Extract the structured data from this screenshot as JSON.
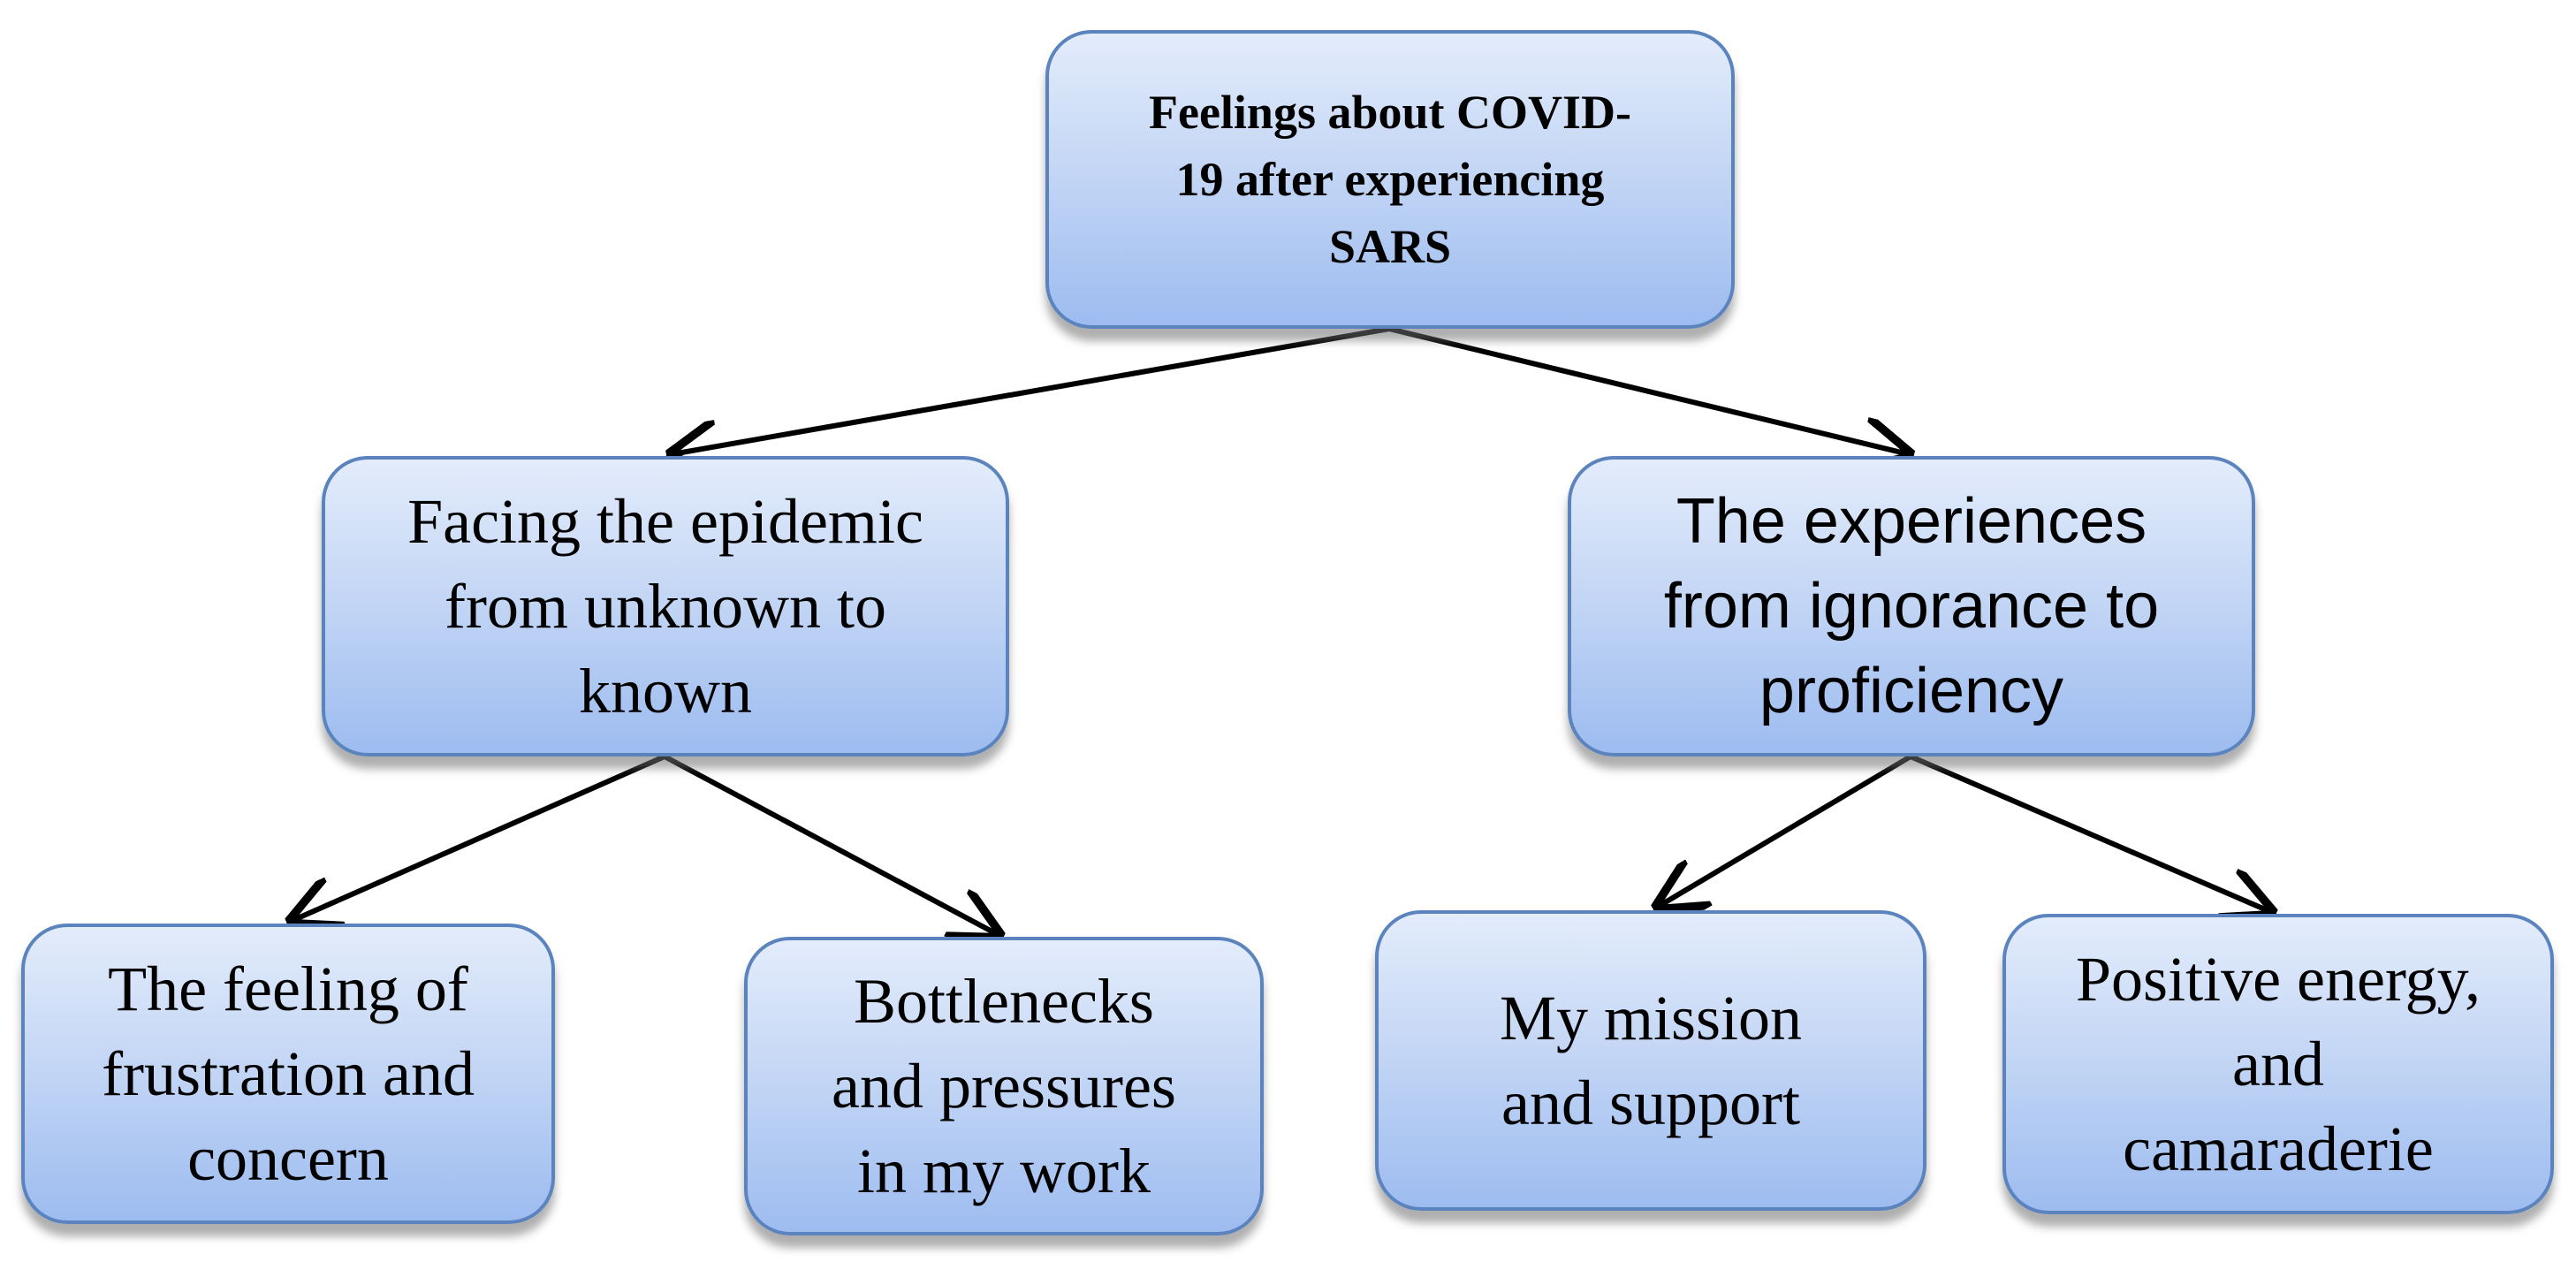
{
  "diagram": {
    "root": {
      "label": "Feelings about COVID-\n19 after experiencing\nSARS"
    },
    "branches": [
      {
        "label": "Facing the epidemic\nfrom unknown to\nknown",
        "children": [
          {
            "label": "The feeling of\nfrustration and\nconcern"
          },
          {
            "label": "Bottlenecks\nand pressures\nin my work"
          }
        ]
      },
      {
        "label": "The experiences\nfrom ignorance to\nproficiency",
        "children": [
          {
            "label": "My mission\nand support"
          },
          {
            "label": "Positive energy,\nand\ncamaraderie"
          }
        ]
      }
    ],
    "colors": {
      "box_fill_top": "#e3ecfb",
      "box_fill_bottom": "#9dbcf0",
      "box_border": "#5b84bf",
      "connector": "#000000"
    }
  }
}
